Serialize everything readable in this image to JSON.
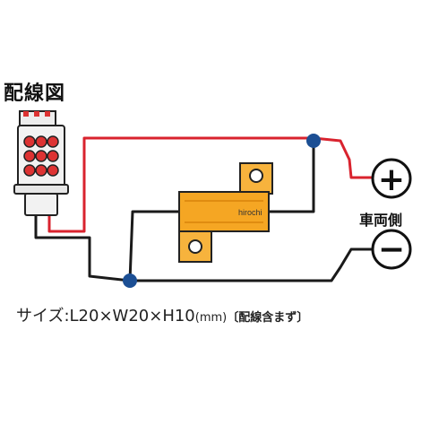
{
  "diagram": {
    "title": "配線図",
    "vehicle_side_label": "車両側",
    "resistor_marking": "hirochi",
    "plus_symbol": "+",
    "minus_symbol": "−",
    "size_text": "サイズ:L20×W20×H10",
    "size_unit": "(mm)",
    "size_note": "〔配線含まず〕"
  },
  "colors": {
    "positive_wire": "#d9232e",
    "negative_wire": "#1a1a1a",
    "junction": "#1c4f94",
    "resistor_body": "#f5a623",
    "resistor_bracket": "#f7b33d",
    "led_body": "#f2f2f2"
  },
  "icons": [
    "led-bulb-icon",
    "plus-terminal-icon",
    "minus-terminal-icon",
    "resistor-icon"
  ]
}
